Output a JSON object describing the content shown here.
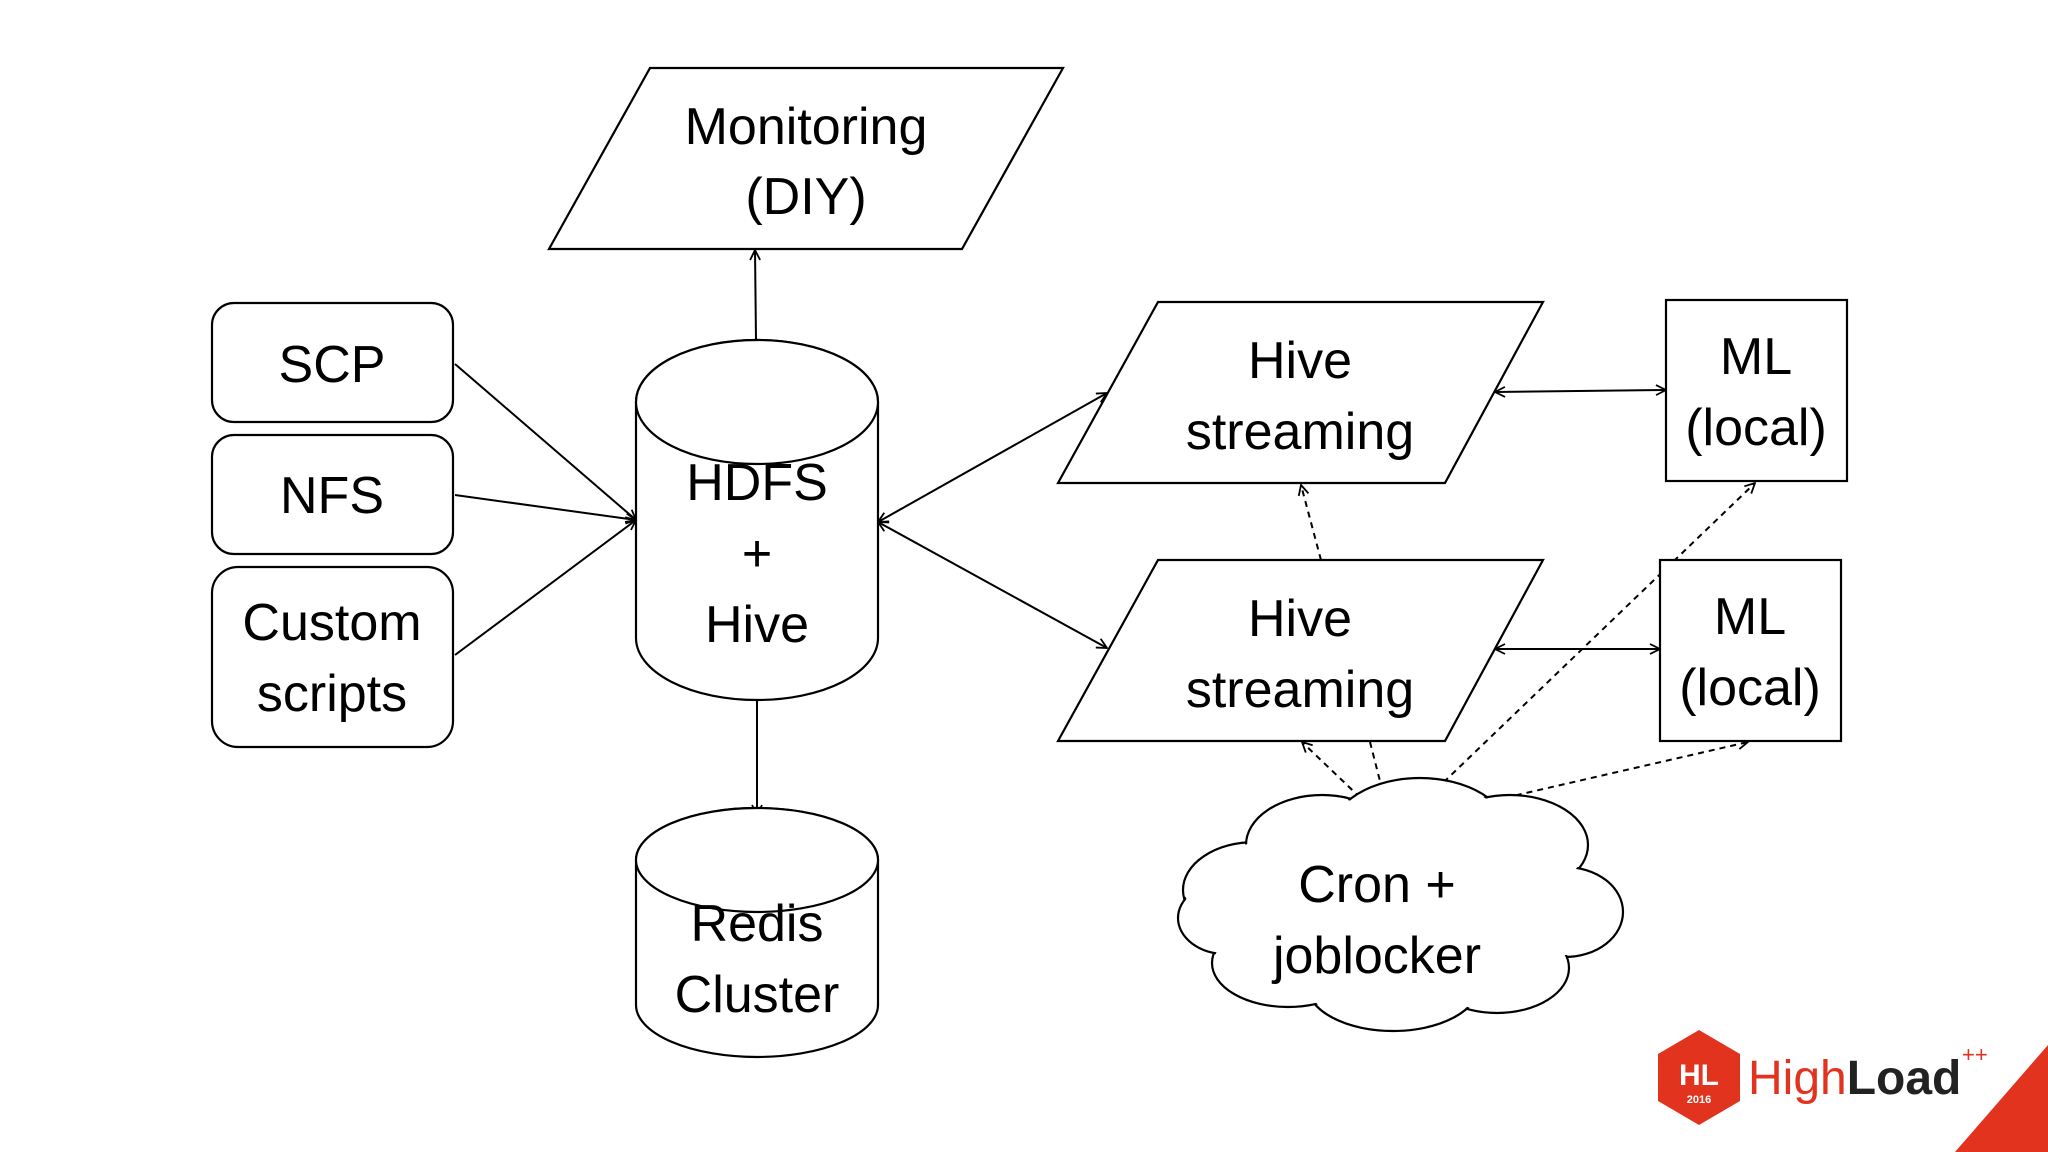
{
  "nodes": {
    "monitoring": [
      "Monitoring",
      "(DIY)"
    ],
    "scp": [
      "SCP"
    ],
    "nfs": [
      "NFS"
    ],
    "custom_scripts": [
      "Custom",
      "scripts"
    ],
    "hdfs_hive": [
      "HDFS",
      "+",
      "Hive"
    ],
    "redis_cluster": [
      "Redis",
      "Cluster"
    ],
    "hive_streaming_1": [
      "Hive",
      "streaming"
    ],
    "hive_streaming_2": [
      "Hive",
      "streaming"
    ],
    "ml_local_1": [
      "ML",
      "(local)"
    ],
    "ml_local_2": [
      "ML",
      "(local)"
    ],
    "cron_joblocker": [
      "Cron +",
      "joblocker"
    ]
  },
  "logo": {
    "badge_text": "HL",
    "badge_year": "2016",
    "word_light": "High",
    "word_bold": "Load",
    "superscript": "++",
    "accent_color": "#e2331f",
    "light_color": "#e2331f",
    "bold_color": "#222222"
  }
}
